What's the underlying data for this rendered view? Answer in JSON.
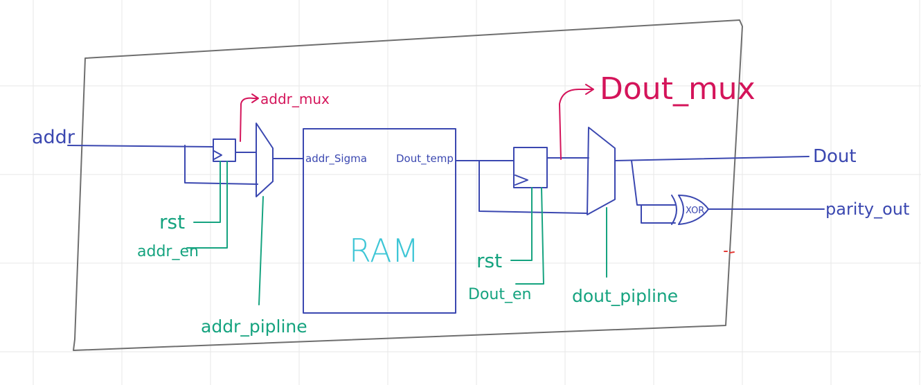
{
  "colors": {
    "background": "#ffffff",
    "grid": "#e7e7e7",
    "frame": "#6e6e6e",
    "datapath": "#3a47b0",
    "control": "#15a37f",
    "mux_label": "#d4145a",
    "ram_text": "#3ec6d6",
    "dot": "#e53935"
  },
  "diagram": {
    "inputs": {
      "addr": "addr"
    },
    "outputs": {
      "dout": "Dout",
      "parity": "parity_out"
    },
    "ram": {
      "label": "RAM",
      "addr_port": "addr_Sigma",
      "data_port": "Dout_temp"
    },
    "addr_stage": {
      "rst": "rst",
      "en": "addr_en",
      "pipeline": "addr_pipline",
      "mux": "addr_mux"
    },
    "dout_stage": {
      "rst": "rst",
      "en": "Dout_en",
      "pipeline": "dout_pipline",
      "mux": "Dout_mux"
    },
    "gate": {
      "label": "XOR"
    }
  }
}
